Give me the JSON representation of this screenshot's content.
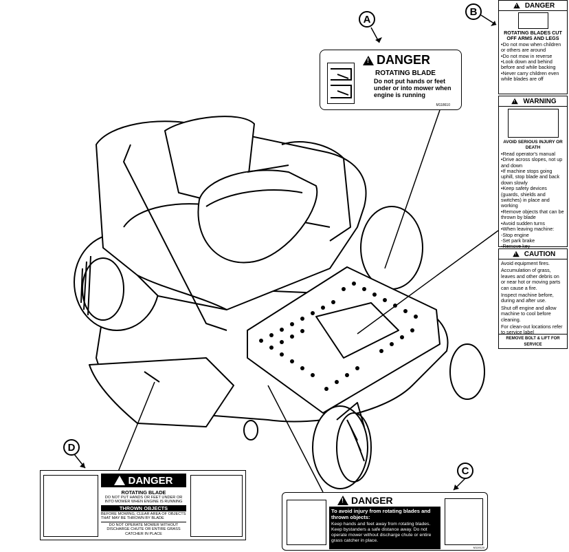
{
  "callouts": {
    "a": "A",
    "b": "B",
    "c": "C",
    "d": "D"
  },
  "decal_a": {
    "signal": "DANGER",
    "title": "ROTATING BLADE",
    "body": "Do not put hands or feet under or into mower when engine is running",
    "code": "M118610"
  },
  "decal_b": {
    "danger": {
      "signal": "DANGER",
      "title": "ROTATING BLADES CUT OFF ARMS AND LEGS",
      "items": [
        "•Do not mow when children or others are around",
        "•Do not mow in reverse",
        "•Look down and behind before and while backing",
        "•Never carry children even while blades are off"
      ]
    },
    "warning": {
      "signal": "WARNING",
      "title": "AVOID SERIOUS INJURY OR DEATH",
      "items": [
        "•Read operator's manual",
        "•Drive across slopes, not up and down",
        "•If machine stops going uphill, stop blade and back down slowly",
        "•Keep safety devices (guards, shields and switches) in place and working",
        "•Remove objects that can be thrown by blade",
        "•Avoid sudden turns",
        "•When leaving machine:",
        "-Stop engine",
        "-Set park brake",
        "-Remove key"
      ]
    },
    "caution": {
      "signal": "CAUTION",
      "items": [
        "Avoid equipment fires.",
        "Accumulation of grass, leaves and other debris on or near hot or moving parts can cause a fire.",
        "Inspect machine before, during and after use.",
        "Shut off engine and allow machine to cool before cleaning.",
        "For clean-out locations refer to service label"
      ]
    },
    "footer": "REMOVE BOLT & LIFT FOR SERVICE"
  },
  "decal_c": {
    "signal": "DANGER",
    "lead": "To avoid injury from rotating blades and thrown objects:",
    "body": "Keep hands and feet away from rotating blades. Keep bystanders a safe distance away. Do not operate mower without discharge chute or entire grass catcher in place.",
    "code": "M119120"
  },
  "decal_d": {
    "signal": "DANGER",
    "title1": "ROTATING BLADE",
    "line1": "DO NOT PUT HANDS OR FEET UNDER OR INTO MOWER WHEN ENGINE IS RUNNING",
    "title2": "THROWN OBJECTS",
    "line2": "BEFORE MOWING, CLEAR AREA OF OBJECTS THAT MAY BE THROWN BY BLADE",
    "line3": "DO NOT OPERATE MOWER WITHOUT DISCHARGE CHUTE OR ENTIRE GRASS CATCHER IN PLACE"
  }
}
